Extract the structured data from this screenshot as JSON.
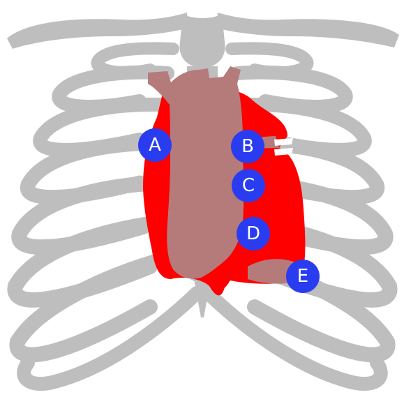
{
  "colors": {
    "bone": "#bebebe",
    "heart_red": "#ff0000",
    "heart_overlay": "#b57b7b",
    "marker_fill": "#2a3cf0",
    "background": "#ffffff"
  },
  "markers": [
    {
      "id": "A",
      "label": "A"
    },
    {
      "id": "B",
      "label": "B"
    },
    {
      "id": "C",
      "label": "C"
    },
    {
      "id": "D",
      "label": "D"
    },
    {
      "id": "E",
      "label": "E"
    }
  ]
}
